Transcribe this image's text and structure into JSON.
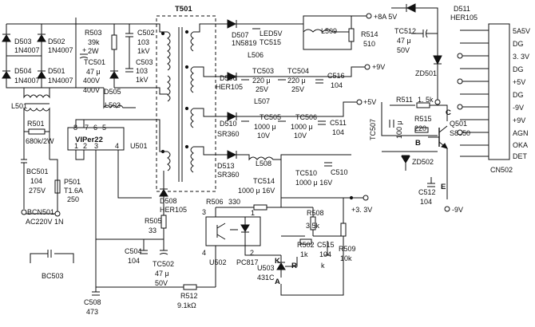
{
  "schematic": {
    "transformer": {
      "label": "T501"
    },
    "input": {
      "connector": "BCN501",
      "mains": "AC220V  1N",
      "fuse": {
        "ref": "P501",
        "rating": "T1.6A",
        "v": "250"
      },
      "cap_x": {
        "ref": "BC501",
        "val": "104",
        "v": "275V"
      },
      "spare_cap": "BC503",
      "choke": "L501",
      "bridge": [
        {
          "ref": "D503",
          "part": "1N4007"
        },
        {
          "ref": "D502",
          "part": "1N4007"
        },
        {
          "ref": "D504",
          "part": "1N4007"
        },
        {
          "ref": "D501",
          "part": "1N4007"
        }
      ]
    },
    "primary": {
      "r501": {
        "ref": "R501",
        "val": "680k/2W"
      },
      "r503": {
        "ref": "R503",
        "val": "39k",
        "w": "2W"
      },
      "c502": {
        "ref": "C502",
        "val": "103",
        "v": "1kV"
      },
      "c503": {
        "ref": "C503",
        "val": "103",
        "v": "1kV"
      },
      "tc501": {
        "ref": "TC501",
        "val": "47 μ",
        "v1": "400V",
        "v2": "400V"
      },
      "d505": "D505",
      "l503": "L503",
      "ic": {
        "ref": "U501",
        "part": "VIPer22",
        "pins_top": [
          "8",
          "7",
          "6",
          "5"
        ],
        "pins_bottom": [
          "1",
          "2",
          "3",
          "4"
        ]
      },
      "d508": {
        "ref": "D508",
        "part": "HER105"
      },
      "r505": {
        "ref": "R505",
        "val": "33"
      },
      "c504": {
        "ref": "C504",
        "val": "104"
      },
      "tc502": {
        "ref": "TC502",
        "val": "47 μ",
        "v": "50V"
      },
      "c508": {
        "ref": "C508",
        "val": "473"
      },
      "r512": {
        "ref": "R512",
        "val": "9.1kΩ"
      }
    },
    "secondary": {
      "d507": {
        "ref": "D507",
        "part": "1N5819"
      },
      "led5v": "LED5V",
      "tc515": "TC515",
      "l506": "L506",
      "l509": "L509",
      "r514": {
        "ref": "R514",
        "val": "510"
      },
      "plus8a5v": "+8A 5V",
      "d511": {
        "ref": "D511",
        "part": "HER105"
      },
      "tc512": {
        "ref": "TC512",
        "val": "47 μ",
        "v": "50V"
      },
      "zd501": "ZD501",
      "d506": {
        "ref": "D506",
        "part": "HER105"
      },
      "tc503": {
        "ref": "TC503",
        "val": "220 μ",
        "v": "25V"
      },
      "tc504": {
        "ref": "TC504",
        "val": "220 μ",
        "v": "25V"
      },
      "c516": {
        "ref": "C516",
        "val": "104"
      },
      "plus9v": "+9V",
      "l507": "L507",
      "d510": {
        "ref": "D510",
        "part": "SR360"
      },
      "tc505": {
        "ref": "TC505",
        "val": "1000 μ",
        "v": "10V"
      },
      "tc506": {
        "ref": "TC506",
        "val": "1000 μ",
        "v": "10V"
      },
      "c511": {
        "ref": "C511",
        "val": "104"
      },
      "plus5v": "+5V",
      "d513": {
        "ref": "D513",
        "part": "SR360"
      },
      "l508": "L508",
      "tc510": {
        "ref": "TC510",
        "val": "1000 μ 16V"
      },
      "tc514": {
        "ref": "TC514",
        "val": "1000 μ 16V"
      },
      "c510": "C510",
      "plus3v3": "+3. 3V"
    },
    "feedback": {
      "r506": {
        "ref": "R506",
        "val": "330"
      },
      "optocoupler": {
        "ref": "U502",
        "part": "PC817"
      },
      "r508": {
        "ref": "R508",
        "val": "3.5k"
      },
      "r502": {
        "ref": "R502",
        "val": "1k"
      },
      "c515": {
        "ref": "C515",
        "val": "104"
      },
      "r509": {
        "ref": "R509",
        "val": "10k"
      },
      "shunt": {
        "ref": "U503",
        "part": "431C"
      },
      "pins": {
        "k": "K",
        "r": "R",
        "a": "A",
        "p1": "1",
        "p2": "2",
        "p3": "3",
        "p4": "4"
      }
    },
    "regulator": {
      "r511": {
        "ref": "R511",
        "val": "1. 5k"
      },
      "r515": {
        "ref": "R515",
        "val": "220"
      },
      "tc507": {
        "ref": "TC507",
        "val": "100 μ"
      },
      "transistor": {
        "ref": "Q501",
        "part": "S8550"
      },
      "pins": {
        "c": "C",
        "b": "B",
        "e": "E"
      },
      "zd502": "ZD502",
      "c512": {
        "ref": "C512",
        "val": "104"
      },
      "minus9v": "-9V"
    },
    "connector": {
      "ref": "CN502",
      "pins": [
        "5A5V",
        "DG",
        "3. 3V",
        "DG",
        "+5V",
        "DG",
        "-9V",
        "+9V",
        "AGN",
        "OKA",
        "DET"
      ]
    }
  }
}
